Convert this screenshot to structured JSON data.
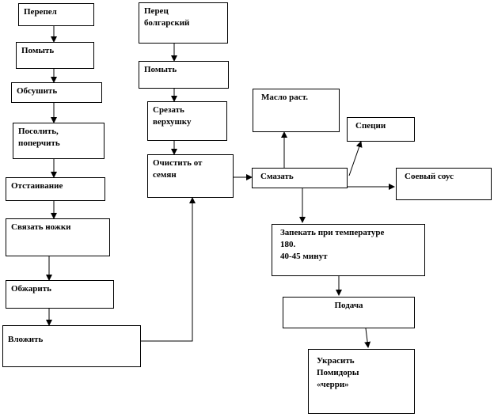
{
  "nodes": {
    "perepel": "Перепел",
    "pomyt_1": "Помыть",
    "obsushit": "Обсушить",
    "posolit_poperchit": "Посолить,\nпоперчить",
    "otstaivanie": "Отстаивание",
    "svyazat_nozhki": "Связать ножки",
    "obzharit": "Обжарить",
    "vlozhit": "Вложить",
    "perets_bolgarskiy": "Перец\nболгарский",
    "pomyt_2": "Помыть",
    "srezat_verkhushku": "Срезать\nверхушку",
    "ochistit_ot_semyan": "Очистить от\nсемян",
    "maslo_rast": "Масло раст.",
    "spetsii": "Специи",
    "smazat": "Смазать",
    "soeviy_sous": "Соевый соус",
    "zapech": "Запекать при температуре\n180.\n40-45 минут",
    "podacha": "Подача",
    "ukrasit": "Украсить\nПомидоры\n«черри»"
  }
}
